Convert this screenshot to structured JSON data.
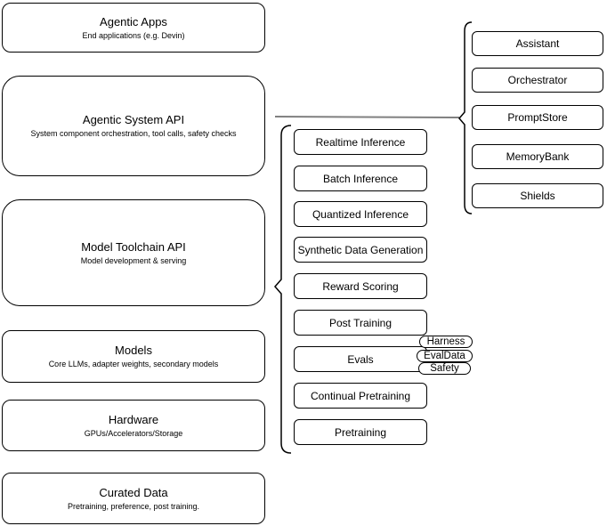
{
  "colors": {
    "background": "#ffffff",
    "node_fill": "#ffffff",
    "node_border": "#000000",
    "text": "#000000",
    "brace": "#000000",
    "connector_line": "#808080"
  },
  "stack_nodes": [
    {
      "title": "Agentic Apps",
      "subtitle": "End applications (e.g. Devin)"
    },
    {
      "title": "Agentic System API",
      "subtitle": "System component orchestration, tool calls, safety checks"
    },
    {
      "title": "Model Toolchain API",
      "subtitle": "Model development & serving"
    },
    {
      "title": "Models",
      "subtitle": "Core LLMs, adapter weights, secondary models"
    },
    {
      "title": "Hardware",
      "subtitle": "GPUs/Accelerators/Storage"
    },
    {
      "title": "Curated Data",
      "subtitle": "Pretraining, preference, post training."
    }
  ],
  "toolchain_services": {
    "items": [
      "Realtime Inference",
      "Batch Inference",
      "Quantized Inference",
      "Synthetic Data Generation",
      "Reward Scoring",
      "Post Training",
      "Evals",
      "Continual Pretraining",
      "Pretraining"
    ]
  },
  "eval_tags": {
    "items": [
      "Harness",
      "EvalData",
      "Safety"
    ]
  },
  "agentic_components": {
    "items": [
      "Assistant",
      "Orchestrator",
      "PromptStore",
      "MemoryBank",
      "Shields"
    ]
  }
}
